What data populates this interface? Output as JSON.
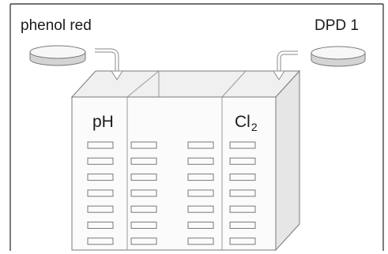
{
  "labels": {
    "reagent_left": "phenol red",
    "reagent_right": "DPD 1",
    "chamber_left": "pH",
    "chamber_right_main": "Cl",
    "chamber_right_sub": "2"
  },
  "colors": {
    "outline": "#7a7a7a",
    "face": "#fbfbfb",
    "side": "#e6e6e6",
    "inner": "#f0f0f0",
    "text": "#1a1a1a",
    "tablet_top": "#f7f7f7",
    "tablet_side": "#d4d4d4"
  },
  "icons": {
    "left_tablet": "tablet-icon",
    "right_tablet": "tablet-icon",
    "left_arrow": "curved-arrow-down-icon",
    "right_arrow": "curved-arrow-down-icon"
  },
  "comparator": {
    "scale_rows_per_column": 7,
    "scale_columns": 4
  }
}
